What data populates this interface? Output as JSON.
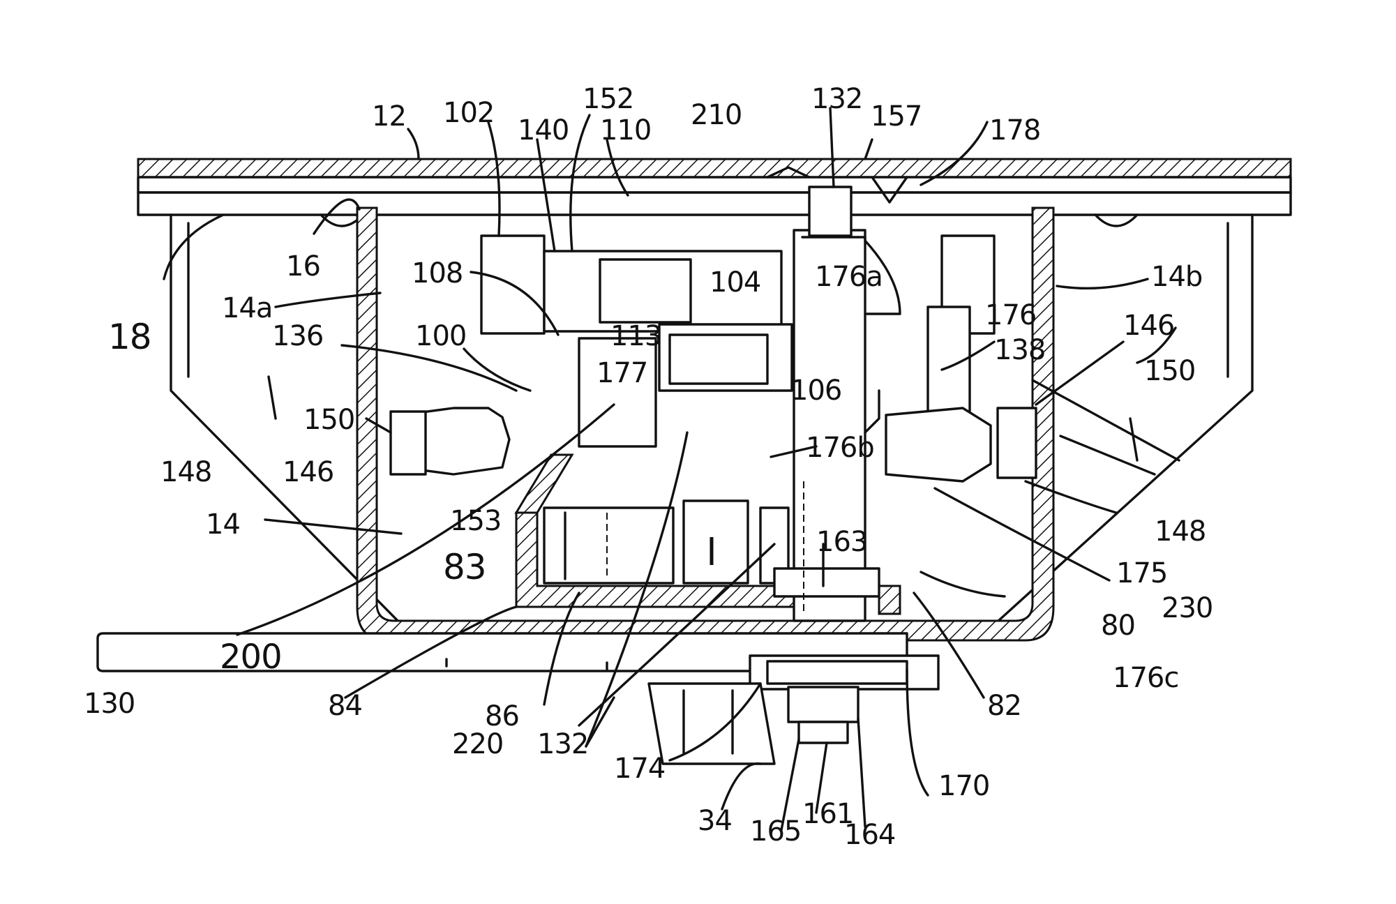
{
  "reference_numerals": [
    {
      "id": "12",
      "text": "12"
    },
    {
      "id": "102",
      "text": "102"
    },
    {
      "id": "140",
      "text": "140"
    },
    {
      "id": "152",
      "text": "152"
    },
    {
      "id": "110",
      "text": "110"
    },
    {
      "id": "210",
      "text": "210"
    },
    {
      "id": "132-top",
      "text": "132"
    },
    {
      "id": "157",
      "text": "157"
    },
    {
      "id": "178",
      "text": "178"
    },
    {
      "id": "18",
      "text": "18"
    },
    {
      "id": "16",
      "text": "16"
    },
    {
      "id": "14a",
      "text": "14a"
    },
    {
      "id": "108",
      "text": "108"
    },
    {
      "id": "104",
      "text": "104"
    },
    {
      "id": "176a",
      "text": "176a"
    },
    {
      "id": "176",
      "text": "176"
    },
    {
      "id": "14b",
      "text": "14b"
    },
    {
      "id": "146-right",
      "text": "146"
    },
    {
      "id": "136",
      "text": "136"
    },
    {
      "id": "100",
      "text": "100"
    },
    {
      "id": "113",
      "text": "113"
    },
    {
      "id": "138",
      "text": "138"
    },
    {
      "id": "150-right",
      "text": "150"
    },
    {
      "id": "177",
      "text": "177"
    },
    {
      "id": "106",
      "text": "106"
    },
    {
      "id": "150-left",
      "text": "150"
    },
    {
      "id": "148-left",
      "text": "148"
    },
    {
      "id": "146-left",
      "text": "146"
    },
    {
      "id": "176b",
      "text": "176b"
    },
    {
      "id": "153",
      "text": "153"
    },
    {
      "id": "14",
      "text": "14"
    },
    {
      "id": "148-right",
      "text": "148"
    },
    {
      "id": "163",
      "text": "163"
    },
    {
      "id": "83",
      "text": "83"
    },
    {
      "id": "175",
      "text": "175"
    },
    {
      "id": "230",
      "text": "230"
    },
    {
      "id": "80",
      "text": "80"
    },
    {
      "id": "200",
      "text": "200"
    },
    {
      "id": "176c",
      "text": "176c"
    },
    {
      "id": "84",
      "text": "84"
    },
    {
      "id": "82",
      "text": "82"
    },
    {
      "id": "130",
      "text": "130"
    },
    {
      "id": "86",
      "text": "86"
    },
    {
      "id": "220",
      "text": "220"
    },
    {
      "id": "132-bottom",
      "text": "132"
    },
    {
      "id": "174",
      "text": "174"
    },
    {
      "id": "170",
      "text": "170"
    },
    {
      "id": "34",
      "text": "34"
    },
    {
      "id": "165",
      "text": "165"
    },
    {
      "id": "161",
      "text": "161"
    },
    {
      "id": "164",
      "text": "164"
    }
  ],
  "colors": {
    "ink": "#111111",
    "paper": "#ffffff"
  }
}
